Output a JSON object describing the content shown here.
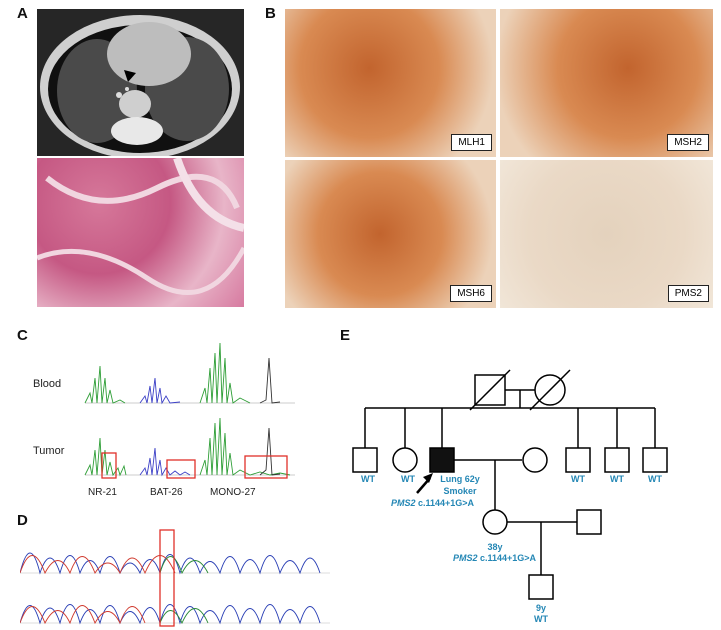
{
  "panels": {
    "a": "A",
    "b": "B",
    "c": "C",
    "d": "D",
    "e": "E"
  },
  "ihc": [
    "MLH1",
    "MSH2",
    "MSH6",
    "PMS2"
  ],
  "msi": {
    "rows": [
      "Blood",
      "Tumor"
    ],
    "markers": [
      "NR-21",
      "BAT-26",
      "MONO-27"
    ]
  },
  "pedigree": {
    "wt": "WT",
    "proband_age": "Lung 62y",
    "proband_smoker": "Smoker",
    "gene": "PMS2",
    "variant": "c.1144+1G>A",
    "daughter_age": "38y",
    "grandchild_age": "9y"
  }
}
